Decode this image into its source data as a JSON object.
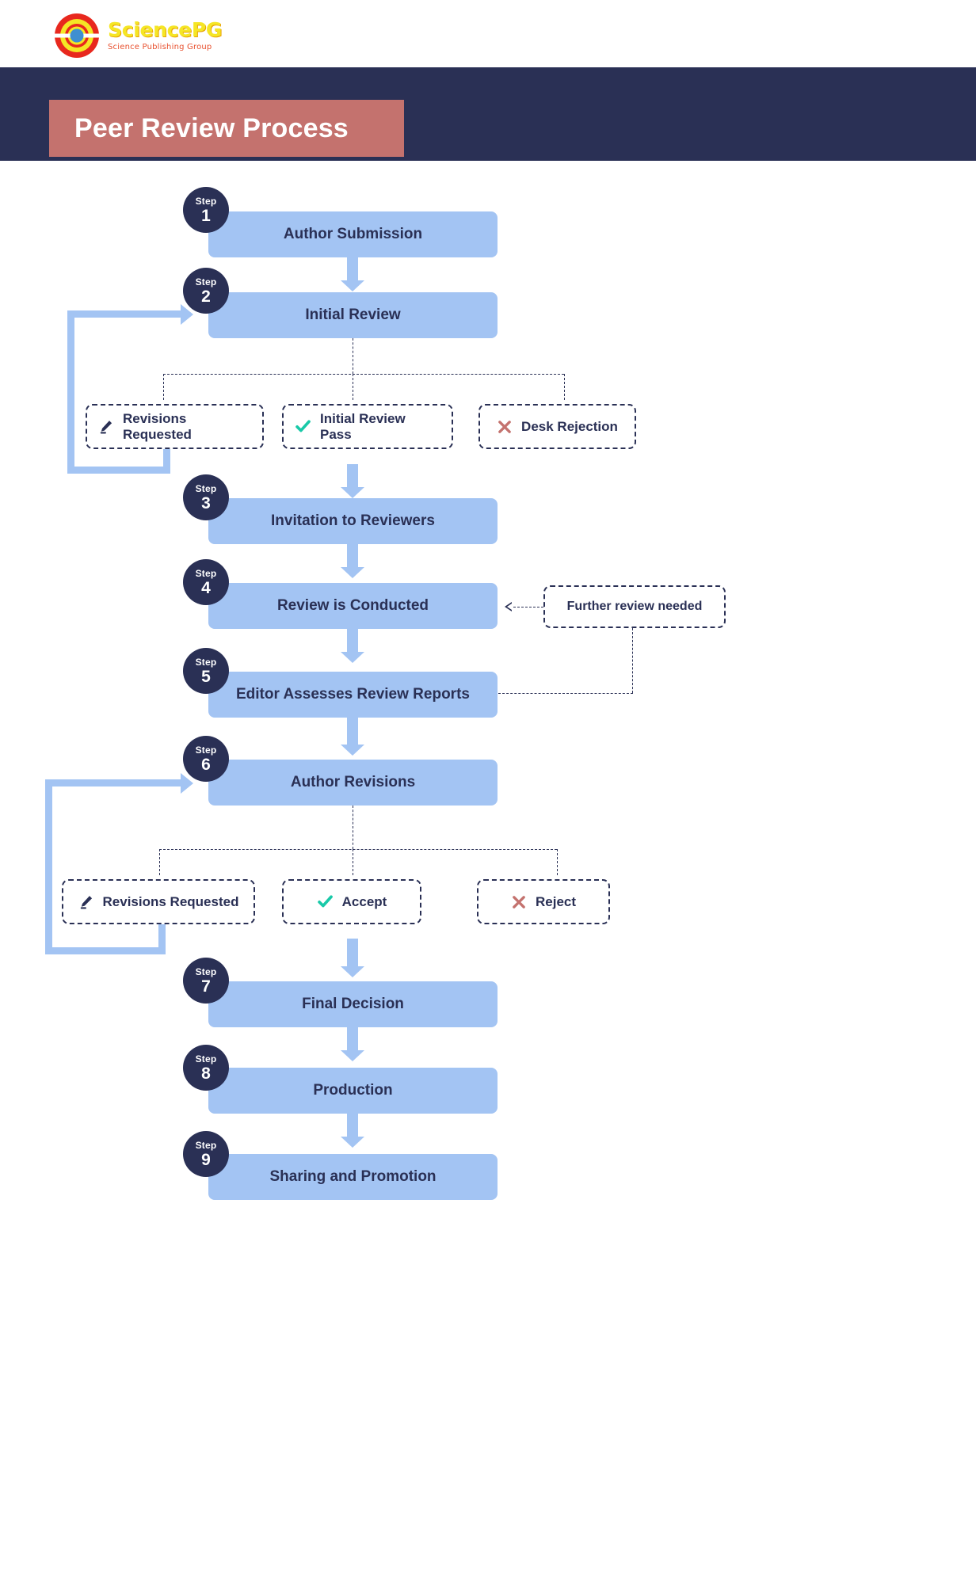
{
  "brand": {
    "name": "SciencePG",
    "tagline": "Science Publishing Group",
    "logo_icon": "sciencepg-target-logo",
    "colors": {
      "ring_outer": "#e8281e",
      "ring_inner": "#f5e625",
      "core": "#3f8fd0"
    }
  },
  "header": {
    "title": "Peer Review Process",
    "band_color": "#2a3055",
    "plate_color": "#c4726e"
  },
  "palette": {
    "navy": "#2a3055",
    "box_blue": "#a3c4f3",
    "accent_check": "#19c9a8",
    "accent_cross": "#c4726e"
  },
  "flow": {
    "step_word": "Step",
    "steps": [
      {
        "num": "1",
        "label": "Author Submission"
      },
      {
        "num": "2",
        "label": "Initial Review"
      },
      {
        "num": "3",
        "label": "Invitation to Reviewers"
      },
      {
        "num": "4",
        "label": "Review is Conducted"
      },
      {
        "num": "5",
        "label": "Editor Assesses Review Reports"
      },
      {
        "num": "6",
        "label": "Author Revisions"
      },
      {
        "num": "7",
        "label": "Final Decision"
      },
      {
        "num": "8",
        "label": "Production"
      },
      {
        "num": "9",
        "label": "Sharing and Promotion"
      }
    ],
    "branch_row_1": [
      {
        "icon": "pencil-icon",
        "label": "Revisions Requested"
      },
      {
        "icon": "check-icon",
        "label": "Initial Review Pass"
      },
      {
        "icon": "cross-icon",
        "label": "Desk Rejection"
      }
    ],
    "branch_row_2": [
      {
        "icon": "pencil-icon",
        "label": "Revisions Requested"
      },
      {
        "icon": "check-icon",
        "label": "Accept"
      },
      {
        "icon": "cross-icon",
        "label": "Reject"
      }
    ],
    "note": {
      "label": "Further review needed"
    }
  }
}
